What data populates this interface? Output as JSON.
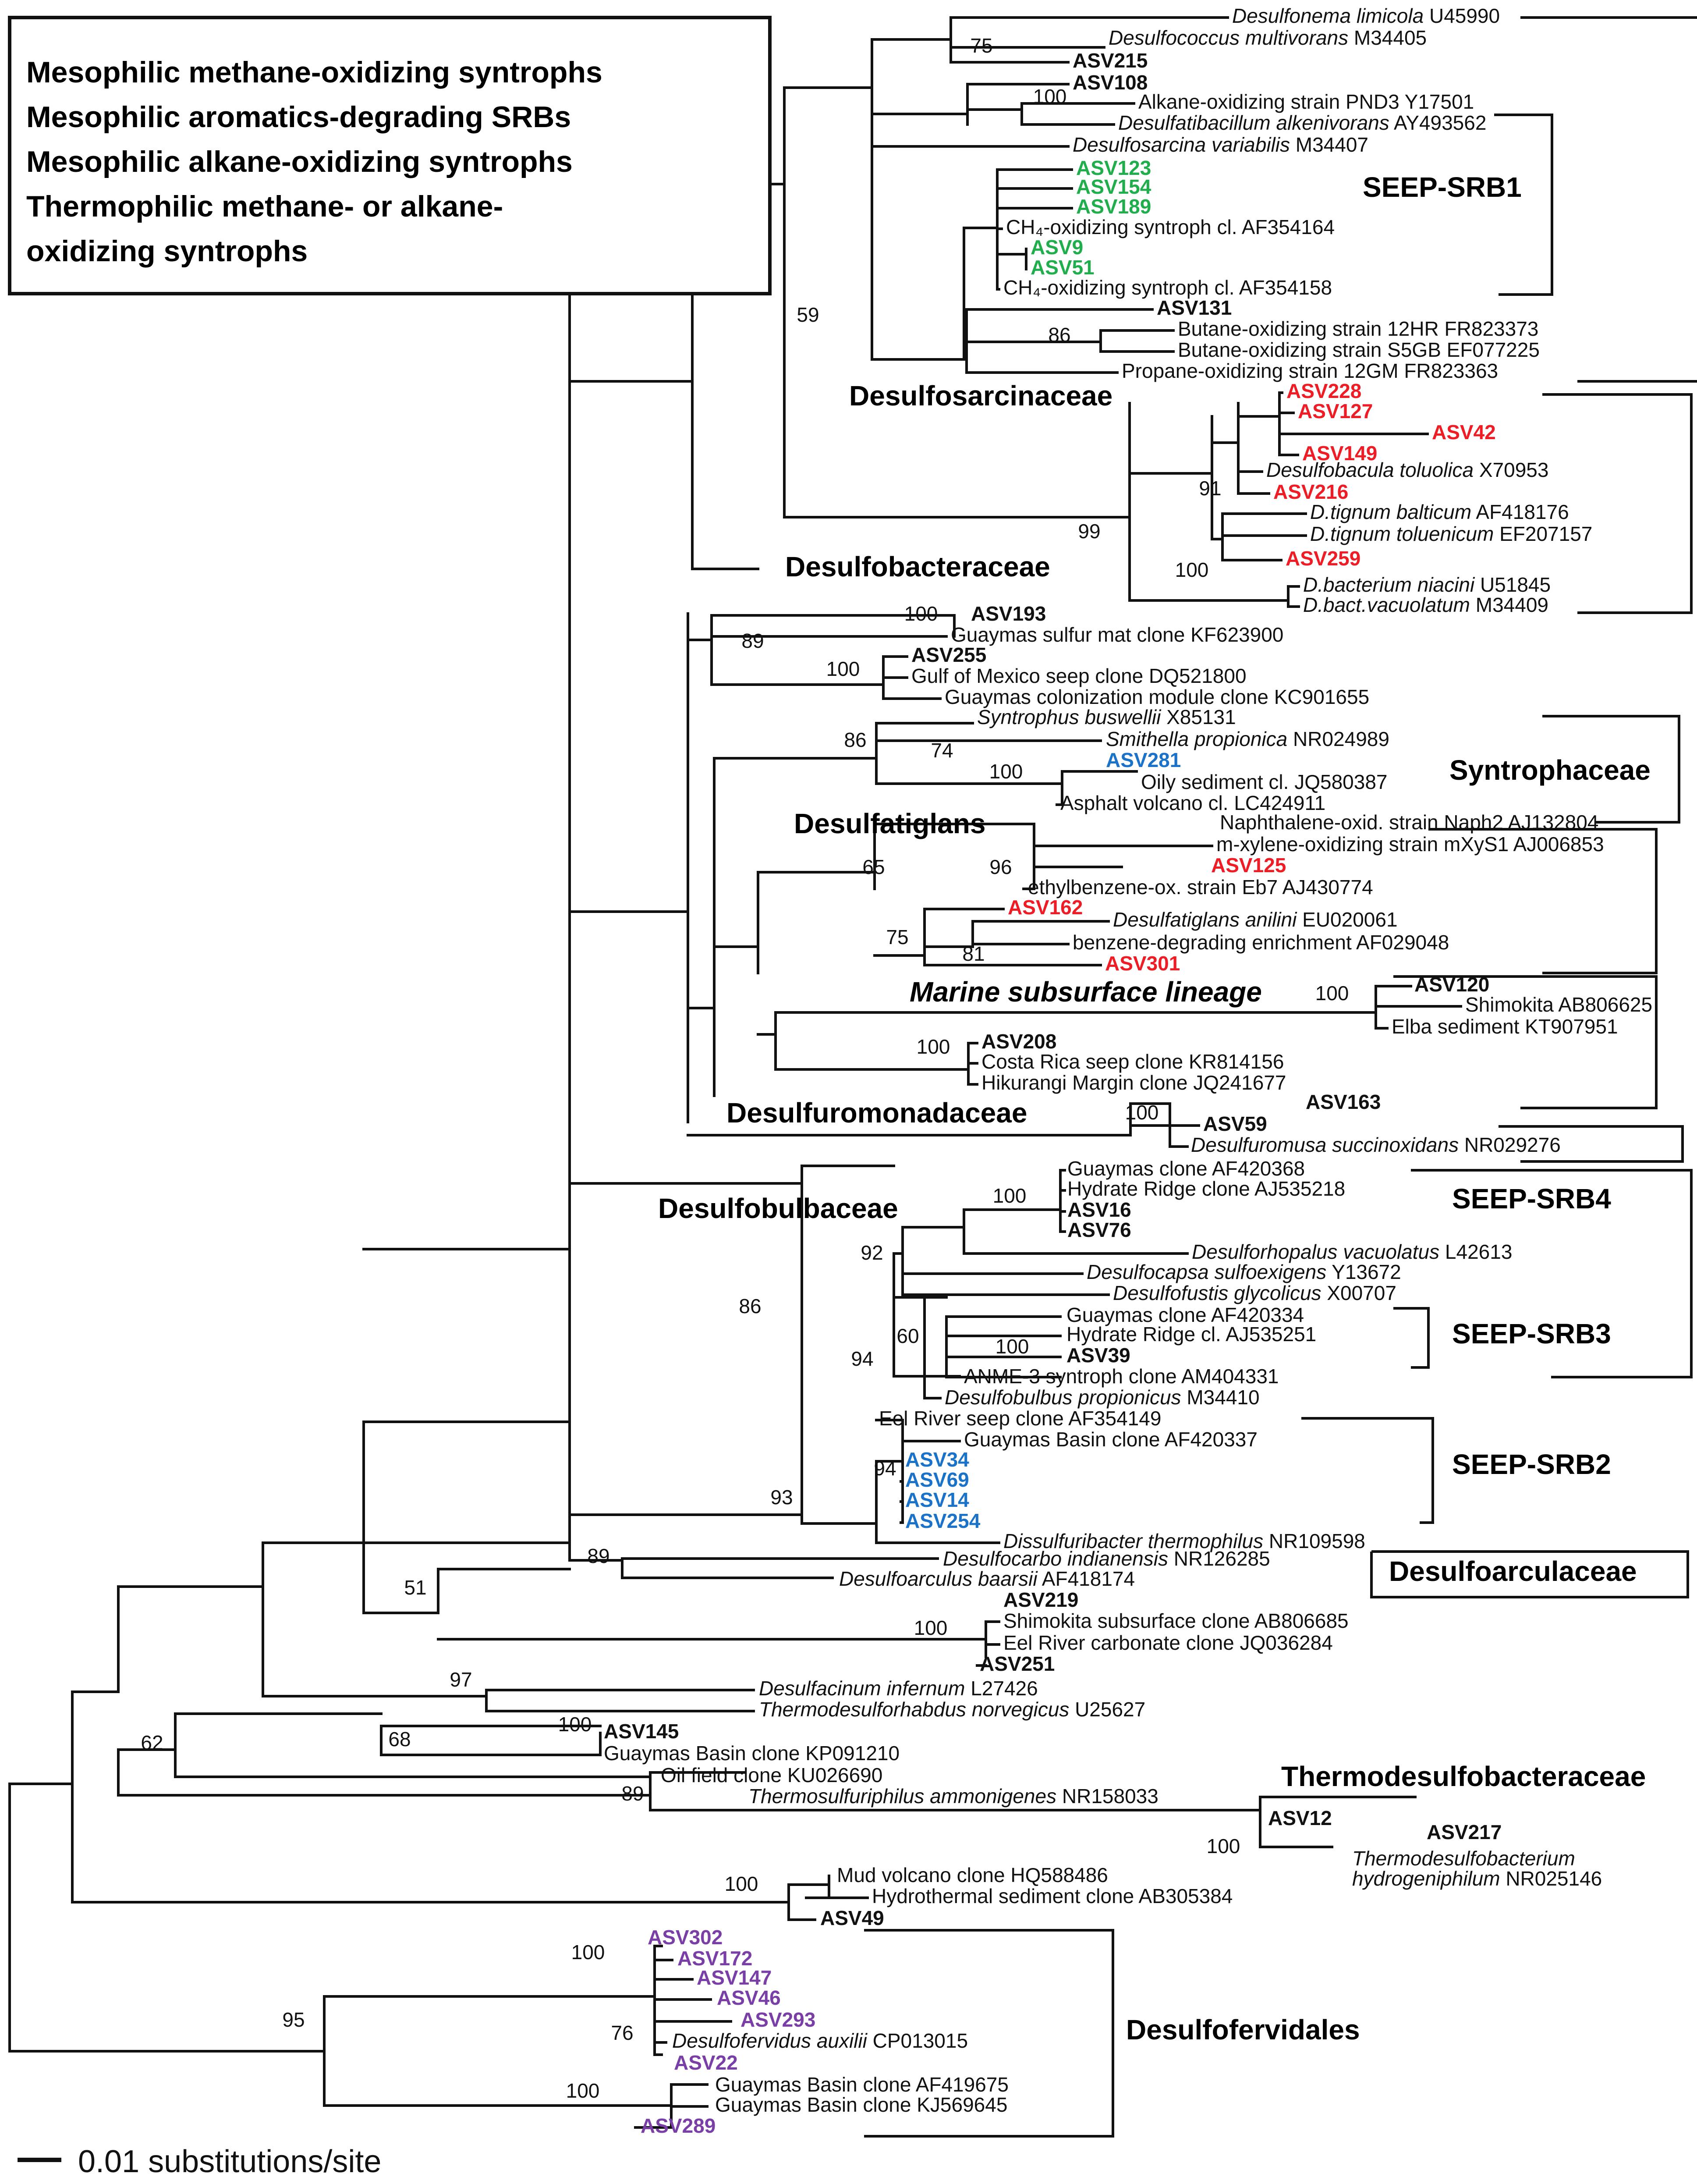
{
  "legend": [
    {
      "text": "Mesophilic methane-oxidizing syntrophs",
      "color": "#1fae4b"
    },
    {
      "text": "Mesophilic aromatics-degrading SRBs",
      "color": "#ee1c25"
    },
    {
      "text": "Mesophilic alkane-oxidizing syntrophs",
      "color": "#1a73c8"
    },
    {
      "text": "Thermophilic methane- or alkane-",
      "color": "#7a3fa6"
    },
    {
      "text": "oxidizing syntrophs",
      "color": "#7a3fa6"
    }
  ],
  "scale_label": "0.01 substitutions/site",
  "colors": {
    "black": "#111111",
    "green": "#1fae4b",
    "red": "#ee1c25",
    "blue": "#1a73c8",
    "purple": "#7a3fa6"
  },
  "clades": [
    {
      "id": "seep-srb1",
      "label": "SEEP-SRB1"
    },
    {
      "id": "desulfosarcinaceae",
      "label": "Desulfosarcinaceae"
    },
    {
      "id": "desulfobacteraceae",
      "label": "Desulfobacteraceae"
    },
    {
      "id": "syntrophaceae",
      "label": "Syntrophaceae"
    },
    {
      "id": "desulfatiglans",
      "label": "Desulfatiglans"
    },
    {
      "id": "marine-subsurface",
      "label": "Marine subsurface lineage"
    },
    {
      "id": "desulfuromonadaceae",
      "label": "Desulfuromonadaceae"
    },
    {
      "id": "desulfobulbaceae",
      "label": "Desulfobulbaceae"
    },
    {
      "id": "seep-srb4",
      "label": "SEEP-SRB4"
    },
    {
      "id": "seep-srb3",
      "label": "SEEP-SRB3"
    },
    {
      "id": "seep-srb2",
      "label": "SEEP-SRB2"
    },
    {
      "id": "desulfoarculaceae",
      "label": "Desulfoarculaceae"
    },
    {
      "id": "thermodesulfobacteraceae",
      "label": "Thermodesulfobacteraceae"
    },
    {
      "id": "desulfofervidales",
      "label": "Desulfofervidales"
    }
  ],
  "bootstraps": [
    "75",
    "100",
    "59",
    "86",
    "91",
    "99",
    "100",
    "100",
    "89",
    "100",
    "86",
    "74",
    "100",
    "65",
    "96",
    "75",
    "81",
    "100",
    "100",
    "100",
    "100",
    "92",
    "86",
    "60",
    "100",
    "94",
    "94",
    "93",
    "89",
    "51",
    "100",
    "97",
    "62",
    "100",
    "68",
    "89",
    "100",
    "100",
    "100",
    "95",
    "76",
    "100"
  ],
  "leaves": [
    {
      "name": "Desulfonema limicola",
      "acc": " U45990",
      "style": "italic",
      "color": "black"
    },
    {
      "name": "Desulfococcus multivorans",
      "acc": " M34405",
      "style": "italic",
      "color": "black"
    },
    {
      "name": "ASV215",
      "acc": "",
      "style": "bold",
      "color": "black"
    },
    {
      "name": "ASV108",
      "acc": "",
      "style": "bold",
      "color": "black"
    },
    {
      "name": "Alkane-oxidizing strain PND3",
      "acc": " Y17501",
      "style": "plain",
      "color": "black"
    },
    {
      "name": "Desulfatibacillum alkenivorans",
      "acc": " AY493562",
      "style": "italic",
      "color": "black"
    },
    {
      "name": "Desulfosarcina variabilis",
      "acc": " M34407",
      "style": "italic",
      "color": "black"
    },
    {
      "name": "ASV123",
      "acc": "",
      "style": "bold",
      "color": "green"
    },
    {
      "name": "ASV154",
      "acc": "",
      "style": "bold",
      "color": "green"
    },
    {
      "name": "ASV189",
      "acc": "",
      "style": "bold",
      "color": "green"
    },
    {
      "name": "CH₄-oxidizing syntroph cl.",
      "acc": " AF354164",
      "style": "plain",
      "color": "black"
    },
    {
      "name": "ASV9",
      "acc": "",
      "style": "bold",
      "color": "green"
    },
    {
      "name": "ASV51",
      "acc": "",
      "style": "bold",
      "color": "green"
    },
    {
      "name": "CH₄-oxidizing syntroph cl.",
      "acc": " AF354158",
      "style": "plain",
      "color": "black"
    },
    {
      "name": "ASV131",
      "acc": "",
      "style": "bold",
      "color": "black"
    },
    {
      "name": "Butane-oxidizing strain 12HR",
      "acc": " FR823373",
      "style": "plain",
      "color": "black"
    },
    {
      "name": "Butane-oxidizing strain S5GB",
      "acc": " EF077225",
      "style": "plain",
      "color": "black"
    },
    {
      "name": "Propane-oxidizing strain 12GM",
      "acc": " FR823363",
      "style": "plain",
      "color": "black"
    },
    {
      "name": "ASV228",
      "acc": "",
      "style": "bold",
      "color": "red"
    },
    {
      "name": "ASV127",
      "acc": "",
      "style": "bold",
      "color": "red"
    },
    {
      "name": "ASV42",
      "acc": "",
      "style": "bold",
      "color": "red"
    },
    {
      "name": "ASV149",
      "acc": "",
      "style": "bold",
      "color": "red"
    },
    {
      "name": "Desulfobacula toluolica",
      "acc": " X70953",
      "style": "italic",
      "color": "black"
    },
    {
      "name": "ASV216",
      "acc": "",
      "style": "bold",
      "color": "red"
    },
    {
      "name": "D.tignum balticum",
      "acc": " AF418176",
      "style": "italic",
      "color": "black"
    },
    {
      "name": "D.tignum toluenicum",
      "acc": " EF207157",
      "style": "italic",
      "color": "black"
    },
    {
      "name": "ASV259",
      "acc": "",
      "style": "bold",
      "color": "red"
    },
    {
      "name": "D.bacterium niacini",
      "acc": " U51845",
      "style": "italic",
      "color": "black"
    },
    {
      "name": "D.bact.vacuolatum",
      "acc": " M34409",
      "style": "italic",
      "color": "black"
    },
    {
      "name": "ASV193",
      "acc": "",
      "style": "bold",
      "color": "black"
    },
    {
      "name": "Guaymas sulfur mat clone",
      "acc": " KF623900",
      "style": "plain",
      "color": "black"
    },
    {
      "name": "ASV255",
      "acc": "",
      "style": "bold",
      "color": "black"
    },
    {
      "name": "Gulf of Mexico seep clone",
      "acc": " DQ521800",
      "style": "plain",
      "color": "black"
    },
    {
      "name": "Guaymas colonization module clone",
      "acc": " KC901655",
      "style": "plain",
      "color": "black"
    },
    {
      "name": "Syntrophus buswellii",
      "acc": " X85131",
      "style": "italic",
      "color": "black"
    },
    {
      "name": "Smithella propionica",
      "acc": " NR024989",
      "style": "italic",
      "color": "black"
    },
    {
      "name": "ASV281",
      "acc": "",
      "style": "bold",
      "color": "blue"
    },
    {
      "name": "Oily sediment cl.",
      "acc": " JQ580387",
      "style": "plain",
      "color": "black"
    },
    {
      "name": "Asphalt volcano cl.",
      "acc": " LC424911",
      "style": "plain",
      "color": "black"
    },
    {
      "name": "Naphthalene-oxid. strain Naph2",
      "acc": " AJ132804",
      "style": "plain",
      "color": "black"
    },
    {
      "name": "m-xylene-oxidizing strain mXyS1",
      "acc": " AJ006853",
      "style": "plain",
      "color": "black"
    },
    {
      "name": "ASV125",
      "acc": "",
      "style": "bold",
      "color": "red"
    },
    {
      "name": "ethylbenzene-ox. strain Eb7",
      "acc": " AJ430774",
      "style": "plain",
      "color": "black"
    },
    {
      "name": "ASV162",
      "acc": "",
      "style": "bold",
      "color": "red"
    },
    {
      "name": "Desulfatiglans anilini",
      "acc": " EU020061",
      "style": "italic",
      "color": "black"
    },
    {
      "name": "benzene-degrading enrichment",
      "acc": " AF029048",
      "style": "plain",
      "color": "black"
    },
    {
      "name": "ASV301",
      "acc": "",
      "style": "bold",
      "color": "red"
    },
    {
      "name": "ASV120",
      "acc": "",
      "style": "bold",
      "color": "black"
    },
    {
      "name": "Shimokita",
      "acc": " AB806625",
      "style": "plain",
      "color": "black"
    },
    {
      "name": "Elba sediment",
      "acc": " KT907951",
      "style": "plain",
      "color": "black"
    },
    {
      "name": "ASV208",
      "acc": "",
      "style": "bold",
      "color": "black"
    },
    {
      "name": "Costa Rica seep clone",
      "acc": " KR814156",
      "style": "plain",
      "color": "black"
    },
    {
      "name": "Hikurangi Margin clone",
      "acc": " JQ241677",
      "style": "plain",
      "color": "black"
    },
    {
      "name": "ASV163",
      "acc": "",
      "style": "bold",
      "color": "black"
    },
    {
      "name": "ASV59",
      "acc": "",
      "style": "bold",
      "color": "black"
    },
    {
      "name": "Desulfuromusa succinoxidans",
      "acc": " NR029276",
      "style": "italic",
      "color": "black"
    },
    {
      "name": "Guaymas clone",
      "acc": " AF420368",
      "style": "plain",
      "color": "black"
    },
    {
      "name": "Hydrate Ridge clone",
      "acc": " AJ535218",
      "style": "plain",
      "color": "black"
    },
    {
      "name": "ASV16",
      "acc": "",
      "style": "bold",
      "color": "black"
    },
    {
      "name": "ASV76",
      "acc": "",
      "style": "bold",
      "color": "black"
    },
    {
      "name": "Desulforhopalus vacuolatus",
      "acc": " L42613",
      "style": "italic",
      "color": "black"
    },
    {
      "name": "Desulfocapsa sulfoexigens",
      "acc": " Y13672",
      "style": "italic",
      "color": "black"
    },
    {
      "name": "Desulfofustis glycolicus",
      "acc": " X00707",
      "style": "italic",
      "color": "black"
    },
    {
      "name": "Guaymas clone",
      "acc": " AF420334",
      "style": "plain",
      "color": "black"
    },
    {
      "name": "Hydrate Ridge cl.",
      "acc": " AJ535251",
      "style": "plain",
      "color": "black"
    },
    {
      "name": "ASV39",
      "acc": "",
      "style": "bold",
      "color": "black"
    },
    {
      "name": "ANME-3 syntroph clone",
      "acc": " AM404331",
      "style": "plain",
      "color": "black"
    },
    {
      "name": "Desulfobulbus propionicus",
      "acc": " M34410",
      "style": "italic",
      "color": "black"
    },
    {
      "name": "Eel River seep clone",
      "acc": " AF354149",
      "style": "plain",
      "color": "black"
    },
    {
      "name": "Guaymas Basin clone",
      "acc": " AF420337",
      "style": "plain",
      "color": "black"
    },
    {
      "name": "ASV34",
      "acc": "",
      "style": "bold",
      "color": "blue"
    },
    {
      "name": "ASV69",
      "acc": "",
      "style": "bold",
      "color": "blue"
    },
    {
      "name": "ASV14",
      "acc": "",
      "style": "bold",
      "color": "blue"
    },
    {
      "name": "ASV254",
      "acc": "",
      "style": "bold",
      "color": "blue"
    },
    {
      "name": "Dissulfuribacter thermophilus",
      "acc": " NR109598",
      "style": "italic",
      "color": "black"
    },
    {
      "name": "Desulfocarbo indianensis",
      "acc": " NR126285",
      "style": "italic",
      "color": "black"
    },
    {
      "name": "Desulfoarculus baarsii",
      "acc": " AF418174",
      "style": "italic",
      "color": "black"
    },
    {
      "name": "ASV219",
      "acc": "",
      "style": "bold",
      "color": "black"
    },
    {
      "name": "Shimokita subsurface clone",
      "acc": " AB806685",
      "style": "plain",
      "color": "black"
    },
    {
      "name": "Eel River carbonate clone",
      "acc": " JQ036284",
      "style": "plain",
      "color": "black"
    },
    {
      "name": "ASV251",
      "acc": "",
      "style": "bold",
      "color": "black"
    },
    {
      "name": "Desulfacinum infernum",
      "acc": " L27426",
      "style": "italic",
      "color": "black"
    },
    {
      "name": "Thermodesulforhabdus norvegicus",
      "acc": " U25627",
      "style": "italic",
      "color": "black"
    },
    {
      "name": "ASV145",
      "acc": "",
      "style": "bold",
      "color": "black"
    },
    {
      "name": "Guaymas Basin clone",
      "acc": " KP091210",
      "style": "plain",
      "color": "black"
    },
    {
      "name": "Oil field clone",
      "acc": " KU026690",
      "style": "plain",
      "color": "black"
    },
    {
      "name": "Thermosulfuriphilus ammonigenes",
      "acc": " NR158033",
      "style": "italic",
      "color": "black"
    },
    {
      "name": "ASV12",
      "acc": "",
      "style": "bold",
      "color": "black"
    },
    {
      "name": "ASV217",
      "acc": "",
      "style": "bold",
      "color": "black"
    },
    {
      "name": "Thermodesulfobacterium",
      "acc": "",
      "style": "italic",
      "color": "black"
    },
    {
      "name": "hydrogeniphilum",
      "acc": " NR025146",
      "style": "italic",
      "color": "black"
    },
    {
      "name": "Mud volcano clone",
      "acc": " HQ588486",
      "style": "plain",
      "color": "black"
    },
    {
      "name": "Hydrothermal sediment clone",
      "acc": " AB305384",
      "style": "plain",
      "color": "black"
    },
    {
      "name": "ASV49",
      "acc": "",
      "style": "bold",
      "color": "black"
    },
    {
      "name": "ASV302",
      "acc": "",
      "style": "bold",
      "color": "purple"
    },
    {
      "name": "ASV172",
      "acc": "",
      "style": "bold",
      "color": "purple"
    },
    {
      "name": "ASV147",
      "acc": "",
      "style": "bold",
      "color": "purple"
    },
    {
      "name": "ASV46",
      "acc": "",
      "style": "bold",
      "color": "purple"
    },
    {
      "name": "ASV293",
      "acc": "",
      "style": "bold",
      "color": "purple"
    },
    {
      "name": "Desulfofervidus auxilii",
      "acc": " CP013015",
      "style": "italic",
      "color": "black"
    },
    {
      "name": "ASV22",
      "acc": "",
      "style": "bold",
      "color": "purple"
    },
    {
      "name": "Guaymas Basin clone",
      "acc": " AF419675",
      "style": "plain",
      "color": "black"
    },
    {
      "name": "Guaymas Basin clone",
      "acc": " KJ569645",
      "style": "plain",
      "color": "black"
    },
    {
      "name": "ASV289",
      "acc": "",
      "style": "bold",
      "color": "purple"
    }
  ]
}
